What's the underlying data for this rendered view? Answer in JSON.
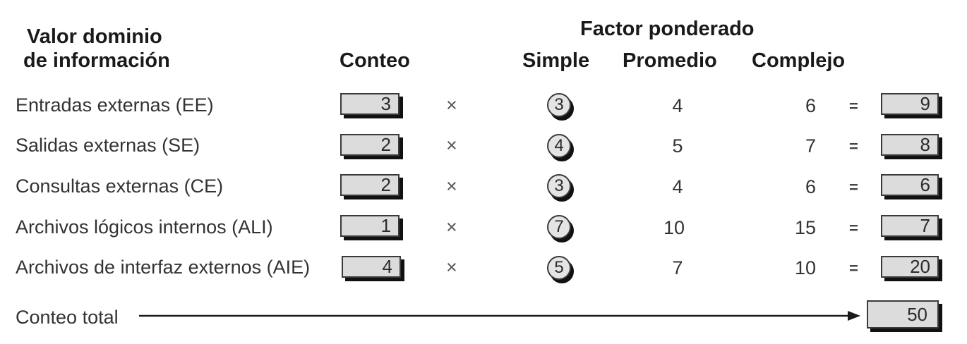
{
  "headers": {
    "domain_line1": "Valor dominio",
    "domain_line2": "de información",
    "count": "Conteo",
    "weighting": "Factor ponderado",
    "simple": "Simple",
    "average": "Promedio",
    "complex": "Complejo"
  },
  "operators": {
    "times": "×",
    "equals": "="
  },
  "rows": [
    {
      "label": "Entradas externas (EE)",
      "count": "3",
      "simple": "3",
      "average": "4",
      "complex": "6",
      "result": "9"
    },
    {
      "label": "Salidas externas (SE)",
      "count": "2",
      "simple": "4",
      "average": "5",
      "complex": "7",
      "result": "8"
    },
    {
      "label": "Consultas externas (CE)",
      "count": "2",
      "simple": "3",
      "average": "4",
      "complex": "6",
      "result": "6"
    },
    {
      "label": "Archivos lógicos internos (ALI)",
      "count": "1",
      "simple": "7",
      "average": "10",
      "complex": "15",
      "result": "7"
    },
    {
      "label": "Archivos de interfaz externos (AIE)",
      "count": "4",
      "simple": "5",
      "average": "7",
      "complex": "10",
      "result": "20"
    }
  ],
  "total": {
    "label": "Conteo total",
    "value": "50"
  }
}
